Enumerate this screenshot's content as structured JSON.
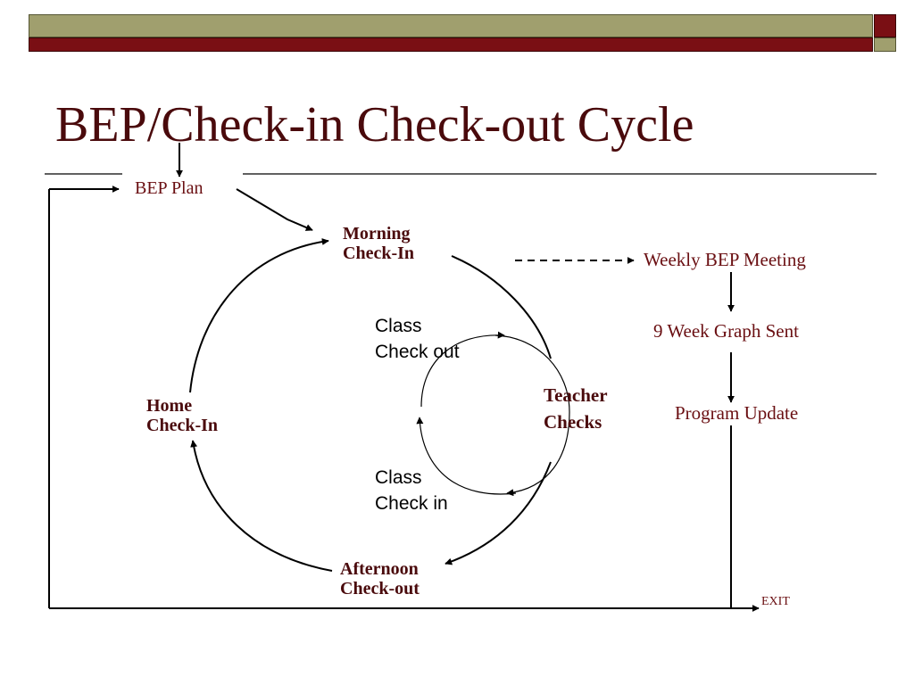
{
  "slide": {
    "title": "BEP/Check-in Check-out Cycle"
  },
  "diagram": {
    "bep_plan": "BEP Plan",
    "morning_check_in": [
      "Morning",
      "Check-In"
    ],
    "home_check_in": [
      "Home",
      "Check-In"
    ],
    "afternoon_check_out": [
      "Afternoon",
      "Check-out"
    ],
    "teacher_checks": [
      "Teacher",
      "Checks"
    ],
    "class_check_out": [
      "Class",
      "Check out"
    ],
    "class_check_in": [
      "Class",
      "Check in"
    ],
    "weekly_bep_meeting": "Weekly BEP Meeting",
    "nine_week_graph": "9 Week Graph Sent",
    "program_update": "Program Update",
    "exit": "EXIT"
  },
  "colors": {
    "band_olive": "#a09f6e",
    "band_maroon": "#7a0f14",
    "title_text": "#4a0a0c",
    "label_maroon": "#6a0f12",
    "lines": "#000000"
  }
}
